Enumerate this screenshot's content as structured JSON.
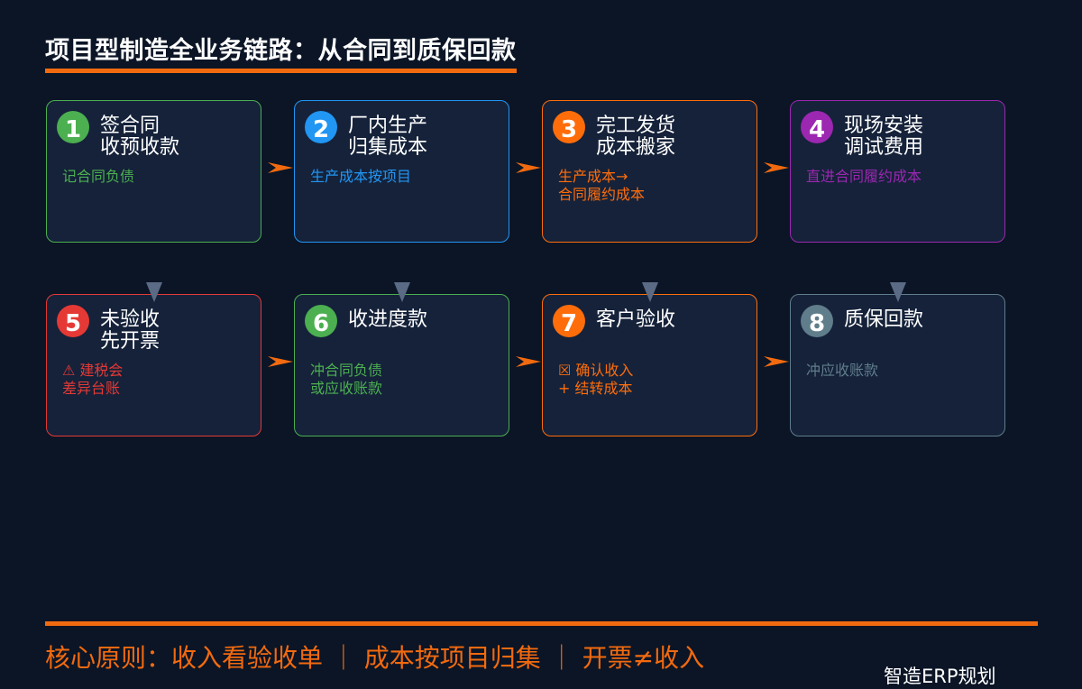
{
  "title": "项目型制造全业务链路：从合同到质保回款",
  "steps": [
    {
      "num": "1",
      "title_lines": [
        "签合同",
        "收预收款"
      ],
      "desc_lines": [
        "记合同负债"
      ],
      "color": "#4caf50"
    },
    {
      "num": "2",
      "title_lines": [
        "厂内生产",
        "归集成本"
      ],
      "desc_lines": [
        "生产成本按项目"
      ],
      "color": "#2196f3"
    },
    {
      "num": "3",
      "title_lines": [
        "完工发货",
        "成本搬家"
      ],
      "desc_lines": [
        "生产成本→",
        "合同履约成本"
      ],
      "color": "#ff6d0a"
    },
    {
      "num": "4",
      "title_lines": [
        "现场安装",
        "调试费用"
      ],
      "desc_lines": [
        "直进合同履约成本"
      ],
      "color": "#9c27b0"
    },
    {
      "num": "5",
      "title_lines": [
        "未验收",
        "先开票"
      ],
      "desc_lines": [
        "⚠ 建税会",
        "差异台账"
      ],
      "color": "#e53935"
    },
    {
      "num": "6",
      "title_lines": [
        "收进度款"
      ],
      "desc_lines": [
        "冲合同负债",
        "或应收账款"
      ],
      "color": "#4caf50"
    },
    {
      "num": "7",
      "title_lines": [
        "客户验收"
      ],
      "desc_lines": [
        "☒ 确认收入",
        "+ 结转成本"
      ],
      "color": "#ff6d0a"
    },
    {
      "num": "8",
      "title_lines": [
        "质保回款"
      ],
      "desc_lines": [
        "冲应收账款"
      ],
      "color": "#607d8b"
    }
  ],
  "principle": "核心原则：收入看验收单 ｜ 成本按项目归集 ｜ 开票≠收入",
  "brand": "智造ERP规划",
  "colors": {
    "accent": "#f26a0f",
    "background": "#0b1526",
    "card": "#15223a",
    "connector": "#5b6b85"
  }
}
